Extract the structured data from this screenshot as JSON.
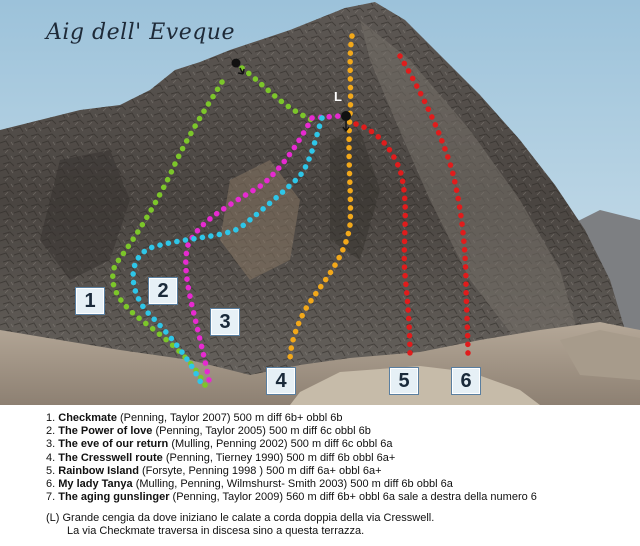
{
  "title": "Aig dell' Eveque",
  "colors": {
    "green": "#7cc62a",
    "magenta": "#e62ad0",
    "cyan": "#2ec6e8",
    "orange": "#f2a81a",
    "red": "#e01c1c",
    "sky": "#b6d4e6"
  },
  "markers": {
    "labels": [
      "1",
      "2",
      "3",
      "4",
      "5",
      "6"
    ],
    "l_label": "L"
  },
  "routes": [
    {
      "num": "1.",
      "name": "Checkmate",
      "details": " (Penning, Taylor 2007) 500 m diff 6b+ obbl 6b"
    },
    {
      "num": "2.",
      "name": "The Power of love",
      "details": " (Penning, Taylor 2005) 500 m diff 6c obbl 6b"
    },
    {
      "num": "3.",
      "name": "The eve of our return",
      "details": " (Mulling, Penning 2002) 500 m diff 6c obbl 6a"
    },
    {
      "num": "4.",
      "name": "The Cresswell route",
      "details": " (Penning, Tierney 1990) 500 m diff 6b obbl 6a+"
    },
    {
      "num": "5.",
      "name": "Rainbow Island",
      "details": " (Forsyte, Penning 1998 ) 500 m diff 6a+ obbl 6a+"
    },
    {
      "num": "6.",
      "name": "My lady Tanya",
      "details": " (Mulling, Penning, Wilmshurst- Smith 2003) 500 m diff 6b obbl 6a"
    },
    {
      "num": "7.",
      "name": "The aging gunslinger",
      "details": " (Penning, Taylor 2009) 560 m diff 6b+ obbl 6a sale a destra della numero 6"
    }
  ],
  "note": {
    "line1": "(L) Grande cengia da dove iniziano le calate a corda doppia della via Cresswell.",
    "line2": "La via Checkmate traversa in discesa sino a questa terrazza."
  }
}
